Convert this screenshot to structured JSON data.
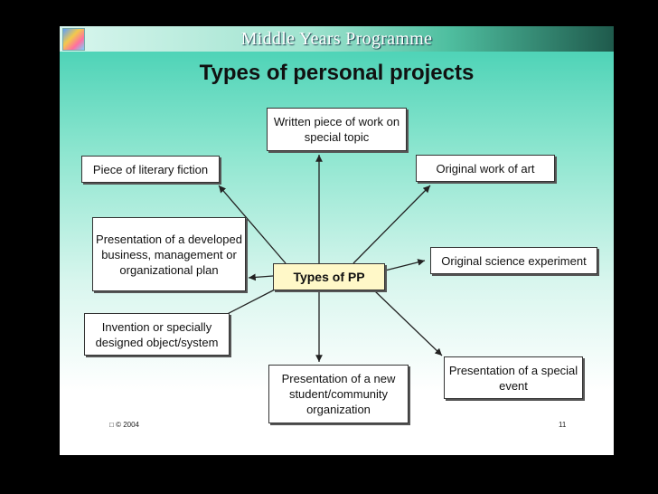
{
  "header": {
    "programme": "Middle Years Programme",
    "title": "Types of personal projects"
  },
  "diagram": {
    "center": "Types of PP",
    "nodes": [
      {
        "id": "written",
        "label": "Written piece of work on special topic"
      },
      {
        "id": "fiction",
        "label": "Piece of literary fiction"
      },
      {
        "id": "art",
        "label": "Original work of art"
      },
      {
        "id": "business",
        "label": "Presentation of a developed business, management or organizational plan"
      },
      {
        "id": "science",
        "label": "Original science experiment"
      },
      {
        "id": "invention",
        "label": "Invention or specially designed object/system"
      },
      {
        "id": "org",
        "label": "Presentation of a new student/community organization"
      },
      {
        "id": "event",
        "label": "Presentation of a special event"
      }
    ]
  },
  "footer": {
    "copyright": "© 2004",
    "page": "11"
  }
}
